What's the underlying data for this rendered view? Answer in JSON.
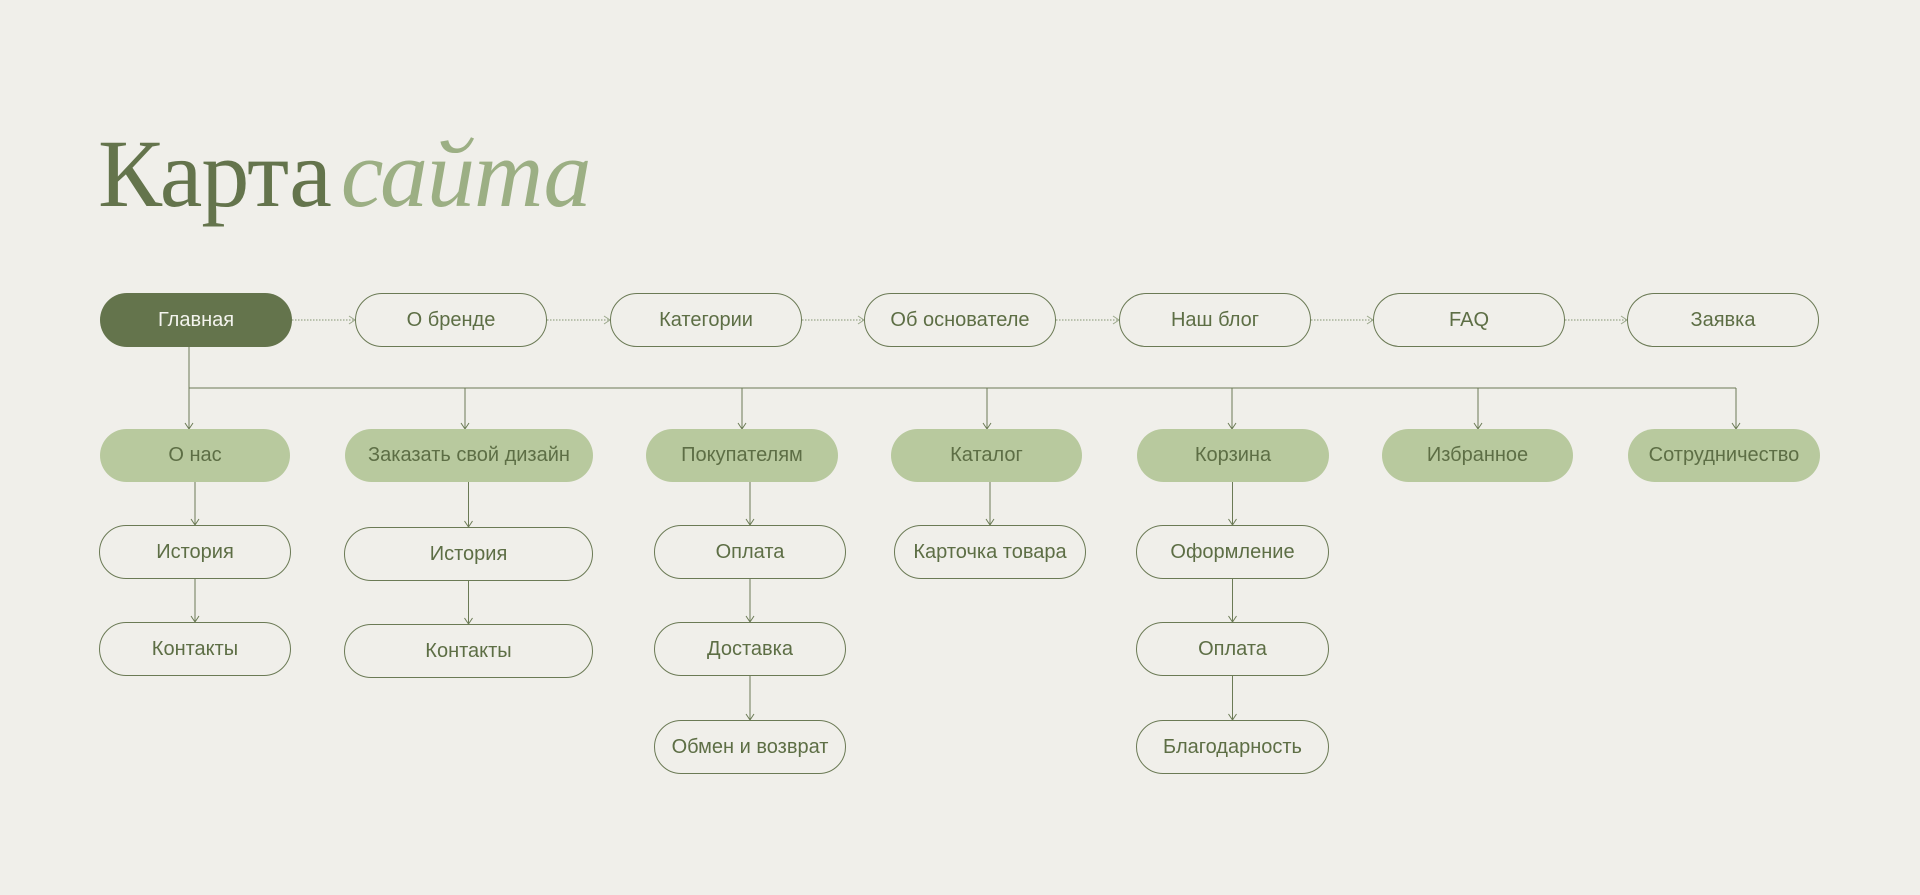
{
  "title": {
    "main": "Карта",
    "accent": "сайта"
  },
  "top_row": [
    "Главная",
    "О бренде",
    "Категории",
    "Об основателе",
    "Наш блог",
    "FAQ",
    "Заявка"
  ],
  "sections": [
    {
      "label": "О нас",
      "children": [
        "История",
        "Контакты"
      ]
    },
    {
      "label": "Заказать свой дизайн",
      "children": [
        "История",
        "Контакты"
      ]
    },
    {
      "label": "Покупателям",
      "children": [
        "Оплата",
        "Доставка",
        "Обмен и возврат"
      ]
    },
    {
      "label": "Каталог",
      "children": [
        "Карточка товара"
      ]
    },
    {
      "label": "Корзина",
      "children": [
        "Оформление",
        "Оплата",
        "Благодарность"
      ]
    },
    {
      "label": "Избранное",
      "children": []
    },
    {
      "label": "Сотрудничество",
      "children": []
    }
  ],
  "colors": {
    "dark": "#64744c",
    "accent": "#9caf84",
    "light": "#b8c99e",
    "background": "#f0efea"
  }
}
